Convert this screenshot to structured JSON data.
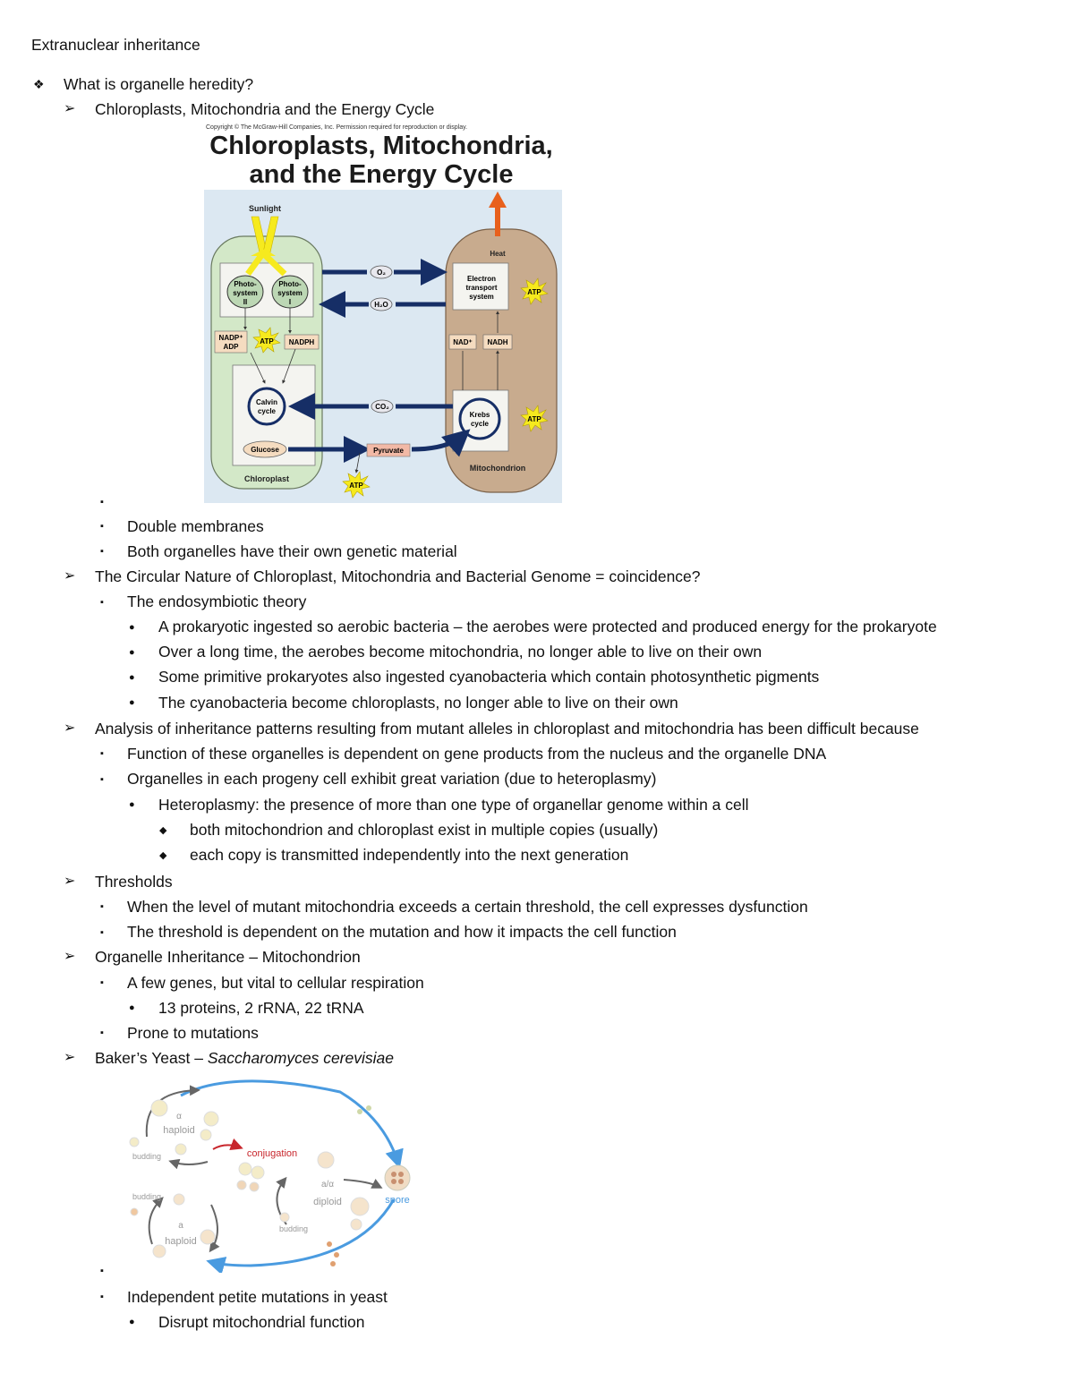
{
  "title": "Extranuclear inheritance",
  "bullets": {
    "diamond4": "❖",
    "arrow": "➢",
    "square": "▪",
    "dot": "●",
    "diamond": "◆"
  },
  "lines": {
    "l1": "What is organelle heredity?",
    "l2": "Chloroplasts, Mitochondria and the Energy Cycle",
    "l3": "",
    "l4": "Double membranes",
    "l5": "Both organelles have their own genetic material",
    "l6": "The Circular Nature of Chloroplast, Mitochondria and Bacterial Genome = coincidence?",
    "l7": "The endosymbiotic theory",
    "l8": "A prokaryotic ingested so aerobic bacteria – the aerobes were protected and produced energy for the prokaryote",
    "l9": "Over a long time, the aerobes become mitochondria, no longer able to live on their own",
    "l10": "Some primitive prokaryotes also ingested cyanobacteria which contain photosynthetic pigments",
    "l11": "The cyanobacteria become chloroplasts, no longer able to live on their own",
    "l12": "Analysis of inheritance patterns resulting from mutant alleles in chloroplast and mitochondria has been difficult because",
    "l13": "Function of these organelles is dependent on gene products from the nucleus and the organelle DNA",
    "l14": "Organelles in each progeny cell exhibit great variation (due to heteroplasmy)",
    "l15": "Heteroplasmy: the presence of more than one type of organellar genome within a cell",
    "l16": "both mitochondrion and chloroplast exist in multiple copies (usually)",
    "l17": "each copy is transmitted independently into the next generation",
    "l18": "Thresholds",
    "l19": "When the level of mutant mitochondria exceeds a certain threshold, the cell expresses dysfunction",
    "l20": "The threshold is dependent on the mutation and how it impacts the cell function",
    "l21": "Organelle Inheritance – Mitochondrion",
    "l22": "A few genes, but vital to cellular respiration",
    "l23": "13 proteins, 2 rRNA, 22 tRNA",
    "l24": "Prone to mutations",
    "l25a": "Baker’s Yeast – ",
    "l25b": "Saccharomyces cerevisiae",
    "l26": "",
    "l27": "Independent petite mutations in yeast",
    "l28": "Disrupt mitochondrial function"
  },
  "fig1": {
    "copyright": "Copyright © The McGraw-Hill Companies, Inc. Permission required for reproduction or display.",
    "title1": "Chloroplasts, Mitochondria,",
    "title2": "and the Energy Cycle",
    "sunlight": "Sunlight",
    "heat": "Heat",
    "ps2a": "Photo-",
    "ps2b": "system",
    "ps2c": "II",
    "ps1a": "Photo-",
    "ps1b": "system",
    "ps1c": "I",
    "o2": "O₂",
    "h2o": "H₂O",
    "ets1": "Electron",
    "ets2": "transport",
    "ets3": "system",
    "atp": "ATP",
    "nadp1": "NADP⁺",
    "nadp2": "ADP",
    "nadph": "NADPH",
    "nad": "NAD⁺",
    "nadh": "NADH",
    "calvin1": "Calvin",
    "calvin2": "cycle",
    "co2": "CO₂",
    "krebs1": "Krebs",
    "krebs2": "cycle",
    "glucose": "Glucose",
    "pyruvate": "Pyruvate",
    "chloroplast": "Chloroplast",
    "mitochondrion": "Mitochondrion",
    "colors": {
      "bg": "#dce8f2",
      "chloro": "#d3e8c8",
      "mito": "#c8ab8e",
      "arrow": "#162e66",
      "sun": "#f6ea1e",
      "heat": "#e8601c"
    }
  },
  "fig2": {
    "haploid_alpha_1": "α",
    "haploid_alpha_2": "haploid",
    "budding1": "budding",
    "conjugation": "conjugation",
    "diploid1": "a/α",
    "diploid2": "diploid",
    "spore": "spore",
    "budding2": "budding",
    "haploid_a_1": "a",
    "haploid_a_2": "haploid",
    "budding3": "budding",
    "colors": {
      "cycle_arrow": "#4a9be0",
      "conj_arrow": "#c8262c",
      "cell": "#f3e0c0"
    }
  }
}
